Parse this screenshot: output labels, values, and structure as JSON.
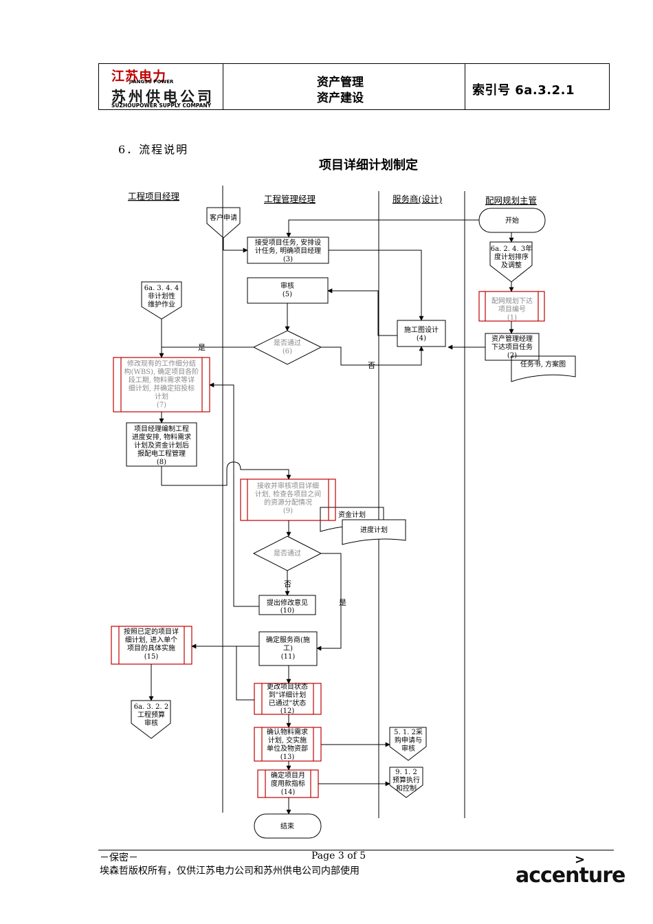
{
  "header": {
    "logo_top": "江苏电力",
    "logo_sub": "JIANGSU POWER",
    "logo_cn": "苏州供电公司",
    "logo_en": "SUZHOUPOWER SUPPLY COMPANY",
    "category_line1": "资产管理",
    "category_line2": "资产建设",
    "index": "索引号 6a.3.2.1"
  },
  "section_heading": "6．流程说明",
  "diagram_title": "项目详细计划制定",
  "lanes": [
    "工程项目经理",
    "工程管理经理",
    "服务商(设计)",
    "配网规划主管"
  ],
  "nodes": {
    "start": "开始",
    "customer_request": "客户申请",
    "ref_6a243": [
      "6a. 2. 4. 3年",
      "度计划排序",
      "及调整"
    ],
    "step1": [
      "配网规划下达",
      "项目编号",
      "(1)"
    ],
    "step2": [
      "资产管理经理",
      "下达项目任务",
      "(2)"
    ],
    "doc_task": "任务书, 方案图",
    "step3": [
      "接受项目任务, 安排设",
      "计任务, 明确项目经理",
      "(3)"
    ],
    "step4": [
      "施工图设计",
      "(4)"
    ],
    "step5": [
      "审核",
      "(5)"
    ],
    "step6": [
      "是否通过",
      "(6)"
    ],
    "ref_6a344": [
      "6a. 3. 4. 4",
      "非计划性",
      "维护作业"
    ],
    "step7": [
      "修改现有的工作细分结",
      "构(WBS), 确定项目各阶",
      "段工期, 物料需求等详",
      "细计划, 并确定招投标",
      "计划",
      "(7)"
    ],
    "step8": [
      "项目经理编制工程",
      "进度安排, 物料需求",
      "计划及资金计划后",
      "报配电工程管理",
      "(8)"
    ],
    "step9": [
      "接收并审核项目详细",
      "计划, 检查各项目之间",
      "的资源分配情况",
      "(9)"
    ],
    "doc_fund": "资金计划",
    "doc_schedule": "进度计划",
    "decision2": "是否通过",
    "step10": [
      "提出修改意见",
      "(10)"
    ],
    "step11": [
      "确定服务商(施",
      "工)",
      "(11)"
    ],
    "step12": [
      "更改项目状态",
      "到\"详细计划",
      "已通过\"状态",
      "(12)"
    ],
    "step13": [
      "确认物料需求",
      "计划, 交实施",
      "单位及物资部",
      "(13)"
    ],
    "step14": [
      "确定项目月",
      "度用款指标",
      "(14)"
    ],
    "step15": [
      "按照已定的项目详",
      "细计划, 进入单个",
      "项目的具体实施",
      "(15)"
    ],
    "ref_6a322": [
      "6a. 3. 2. 2",
      "工程预算",
      "审核"
    ],
    "ref_512": [
      "5. 1. 2采",
      "购申请与",
      "审核"
    ],
    "ref_912": [
      "9. 1. 2",
      "预算执行",
      "和控制"
    ],
    "end": "结束"
  },
  "labels": {
    "yes": "是",
    "no": "否"
  },
  "colors": {
    "line": "#000000",
    "outsource": "#c00000",
    "faded_text": "#8a8a8a"
  },
  "footer": {
    "confidential": "－保密－",
    "page": "Page 3 of 5",
    "copyright": "埃森哲版权所有，仅供江苏电力公司和苏州供电公司内部使用",
    "brand": "accenture",
    "brand_mark": ">"
  }
}
